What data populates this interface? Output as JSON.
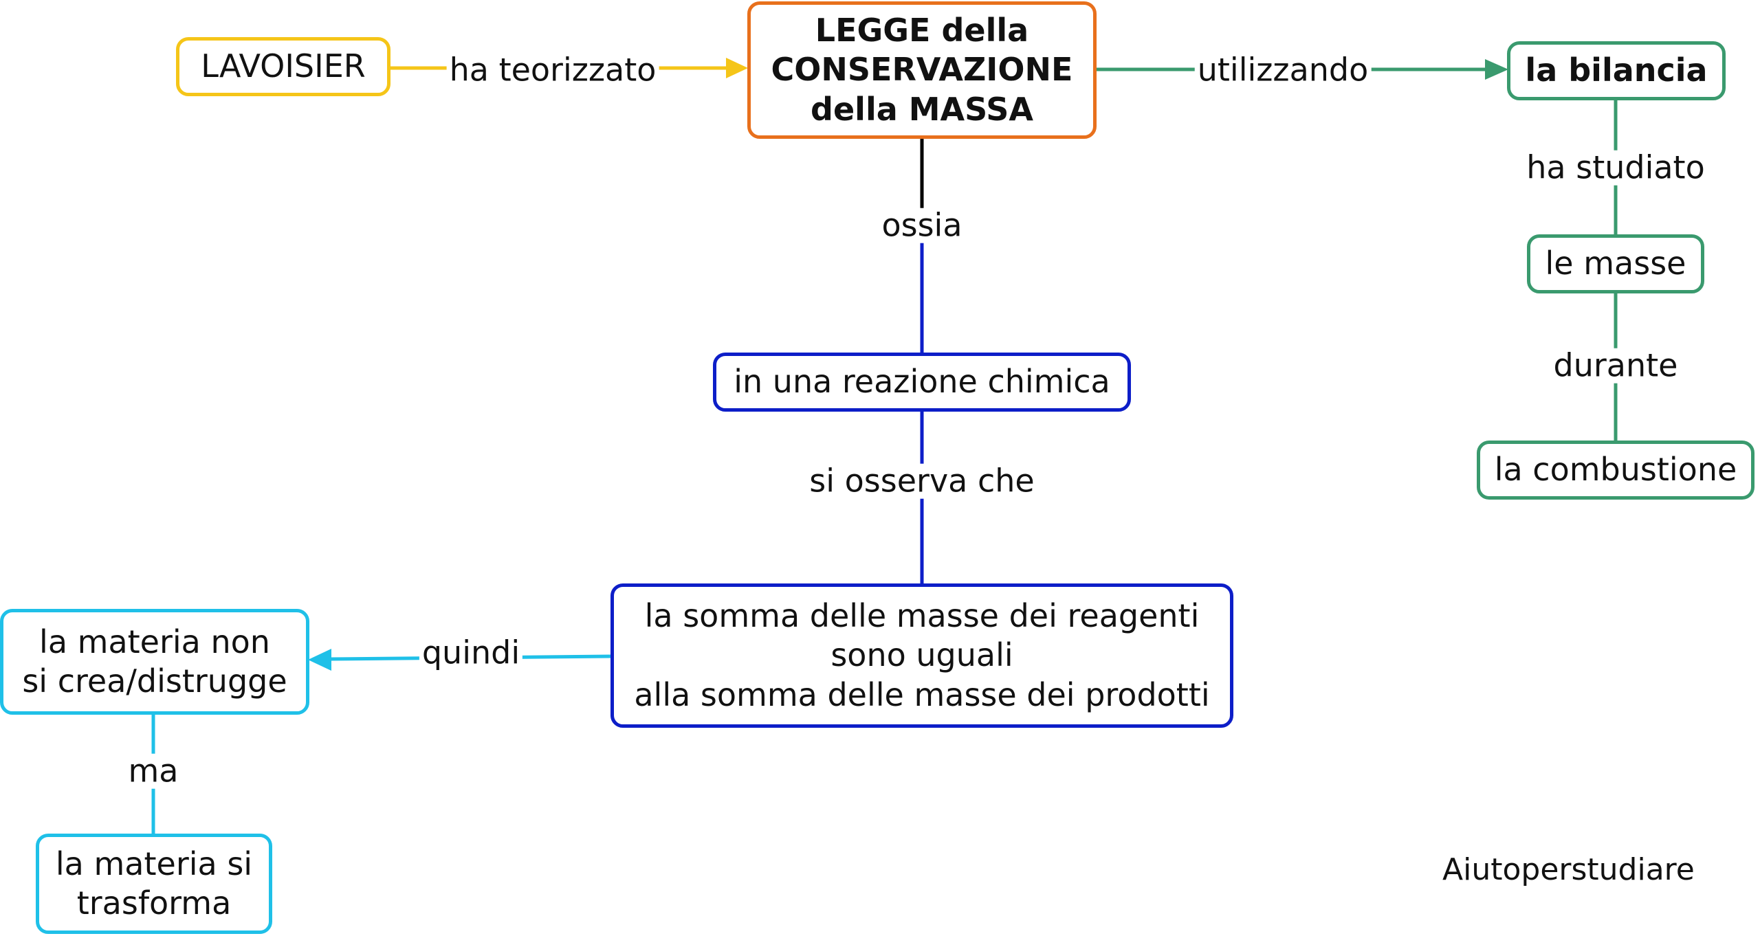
{
  "colors": {
    "yellow": "#f5c518",
    "orange": "#e8701c",
    "green": "#3a9a6e",
    "blue": "#0d1ec8",
    "cyan": "#1fc0e8",
    "black": "#000000"
  },
  "nodes": {
    "lavoisier": "LAVOISIER",
    "legge": "LEGGE della\nCONSERVAZIONE\ndella MASSA",
    "bilancia": "la bilancia",
    "masse": "le masse",
    "combustione": "la combustione",
    "reazione": "in una reazione chimica",
    "somma": "la somma delle masse dei reagenti\nsono uguali\nalla somma delle masse dei prodotti",
    "materia_non": "la materia non\nsi crea/distrugge",
    "trasforma": "la materia si\ntrasforma"
  },
  "links": {
    "ha_teorizzato": "ha teorizzato",
    "utilizzando": "utilizzando",
    "ha_studiato": "ha studiato",
    "durante": "durante",
    "ossia": "ossia",
    "si_osserva_che": "si osserva che",
    "quindi": "quindi",
    "ma": "ma"
  },
  "watermark": "Aiutoperstudiare"
}
